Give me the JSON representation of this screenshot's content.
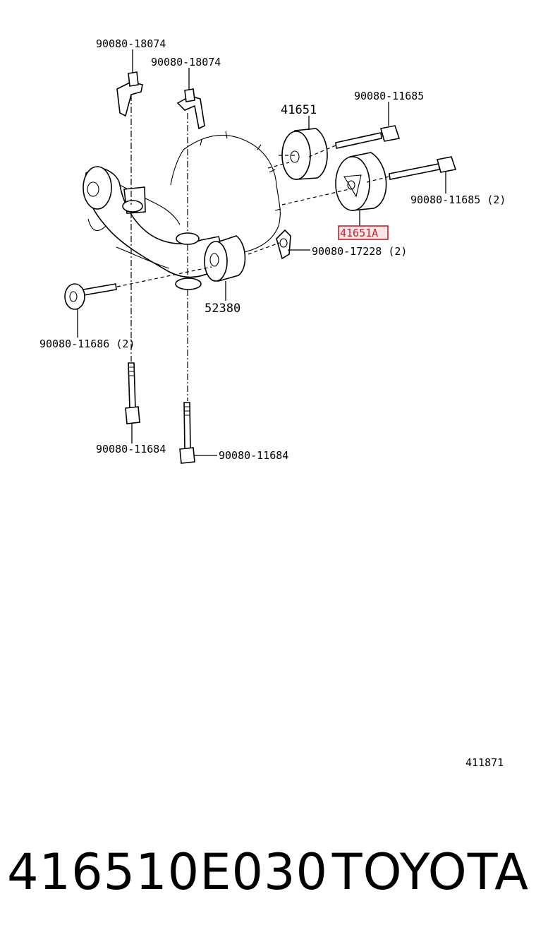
{
  "labels": {
    "bolt_top_left": "90080-18074",
    "bolt_top_mid": "90080-18074",
    "bushing_top": "41651",
    "bolt_right_top": "90080-11685",
    "bolt_right": "90080-11685 (2)",
    "bushing_highlight": "41651A",
    "nut_right": "90080-17228 (2)",
    "bushing_mid": "52380",
    "bolt_left": "90080-11686 (2)",
    "bolt_bottom_left": "90080-11684",
    "bolt_bottom_mid": "90080-11684"
  },
  "reference_code": "411871",
  "footer": {
    "part_number": "416510E030",
    "brand": "TOYOTA"
  },
  "colors": {
    "highlight": "#c0242f"
  }
}
